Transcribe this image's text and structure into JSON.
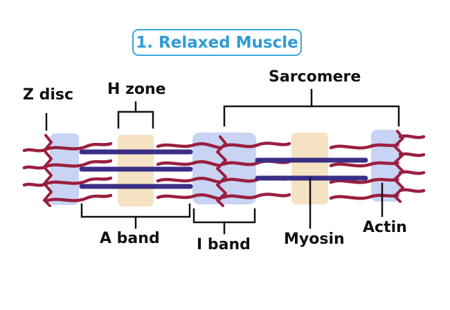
{
  "title": "1. Relaxed Muscle",
  "labels": {
    "z_disc": "Z disc",
    "h_zone": "H zone",
    "sarcomere": "Sarcomere",
    "a_band": "A band",
    "i_band": "I band",
    "myosin": "Myosin",
    "actin": "Actin"
  },
  "colors": {
    "title": "#2f9ad6",
    "title_border": "#3aa3dc",
    "actin": "#9a1f3f",
    "myosin": "#3a2f86",
    "z_region": "#c9d3f3",
    "h_zone": "#f5e2c2",
    "bracket": "#111111"
  }
}
